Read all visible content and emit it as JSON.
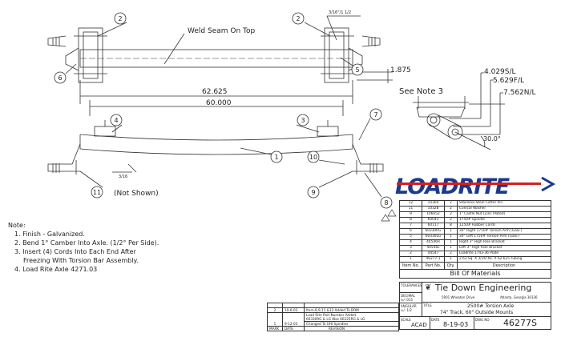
{
  "top_view": {
    "weld_note": "Weld Seam On Top",
    "weld_symbol": "3/16\"/1 1/2",
    "dim_offset": "1.875",
    "balloons": [
      "2",
      "2",
      "6",
      "5"
    ]
  },
  "dimensions": {
    "overall": "62.625",
    "inner": "60.000"
  },
  "see_note": "See Note 3",
  "side_view": {
    "dim_s": "4.029S/L",
    "dim_f": "5.629F/L",
    "dim_n": "7.562N/L",
    "angle": "30.0°"
  },
  "front_view": {
    "weld_symbol": "3/16",
    "not_shown": "(Not Shown)",
    "balloons": [
      "4",
      "3",
      "7",
      "1",
      "10",
      "11",
      "9",
      "8"
    ]
  },
  "logo": {
    "text": "LoadRite",
    "color": "#1a3a8c",
    "accent": "#d42020"
  },
  "notes": {
    "title": "Note:",
    "items": [
      "1. Finish - Galvanized.",
      "2. Bend 1° Camber Into Axle. (1/2° Per Side).",
      "3. Insert (4) Cords Into Each End After",
      "Freezing With Torsion Bar Assembly.",
      "4. Load Rite Axle 4271.03"
    ]
  },
  "bom": {
    "rows": [
      {
        "item": "12",
        "part": "10360",
        "qty": "2",
        "desc": "Stainless Steel Cotter Pin"
      },
      {
        "item": "11",
        "part": "10328",
        "qty": "2",
        "desc": "Conical Washer"
      },
      {
        "item": "9",
        "part": "10665Z",
        "qty": "2",
        "desc": "1\" Castle Nut (Zinc Plated)"
      },
      {
        "item": "8",
        "part": "60043",
        "qty": "2",
        "desc": "1750# Spindle"
      },
      {
        "item": "7",
        "part": "60117",
        "qty": "8",
        "desc": "1250# Rubber Cords"
      },
      {
        "item": "6",
        "part": "60330RG",
        "qty": "1",
        "desc": "30° Right 1750# Torsion Arm (Galv.)"
      },
      {
        "item": "5",
        "part": "60330LG",
        "qty": "1",
        "desc": "30° Left 1750# Torsion Arm (Galv.)"
      },
      {
        "item": "4",
        "part": "44546R",
        "qty": "1",
        "desc": "Right 3\" High Rise Bracket"
      },
      {
        "item": "3",
        "part": "44546L",
        "qty": "1",
        "desc": "Left 3\" High Rise Bracket"
      },
      {
        "item": "2",
        "part": "44547",
        "qty": "2",
        "desc": "Loadrite 1743-36 Plate"
      },
      {
        "item": "1",
        "part": "46277-1",
        "qty": "1",
        "desc": "2.63 Sq. X 3/16Thk. X 62.625 Tubing"
      }
    ],
    "headers": {
      "item": "Item No.",
      "part": "Part No.",
      "qty": "Qty.",
      "desc": "Description"
    },
    "caption": "Bill Of Materials"
  },
  "title_block": {
    "tolerances": "TOLERANCES",
    "decimal": "DECIMAL",
    "decimal_val": "±/-.015",
    "angular": "ANGULAR",
    "angular_val": "±/- 1/2",
    "company": "Tie Down Engineering",
    "street": "5901 Wheaton Drive",
    "city": "Atlanta, Georgia 30336",
    "title_label": "TITLE",
    "title_line1": "2500# Torsion Axle",
    "title_line2": "74\" Track, 60\" Outside Mounts",
    "scale_label": "SCALE",
    "scale": "ACAD",
    "date_label": "DATE",
    "date": "8-19-03",
    "dwg_label": "DWG NO",
    "dwg_no": "46277S"
  },
  "revisions": {
    "rows": [
      {
        "mark": "2",
        "date": "10-6-03",
        "text": [
          "Item-8,9,11 &12 Added To BOM",
          "Load Rite Part Number Added",
          "60330RG & LG Was 60225RG & LG"
        ]
      },
      {
        "mark": "1",
        "date": "9-12-03",
        "text": [
          "Changed To UHI Spindles"
        ]
      }
    ],
    "headers": {
      "mark": "MARK",
      "date": "DATE",
      "revision": "REVISION"
    }
  }
}
